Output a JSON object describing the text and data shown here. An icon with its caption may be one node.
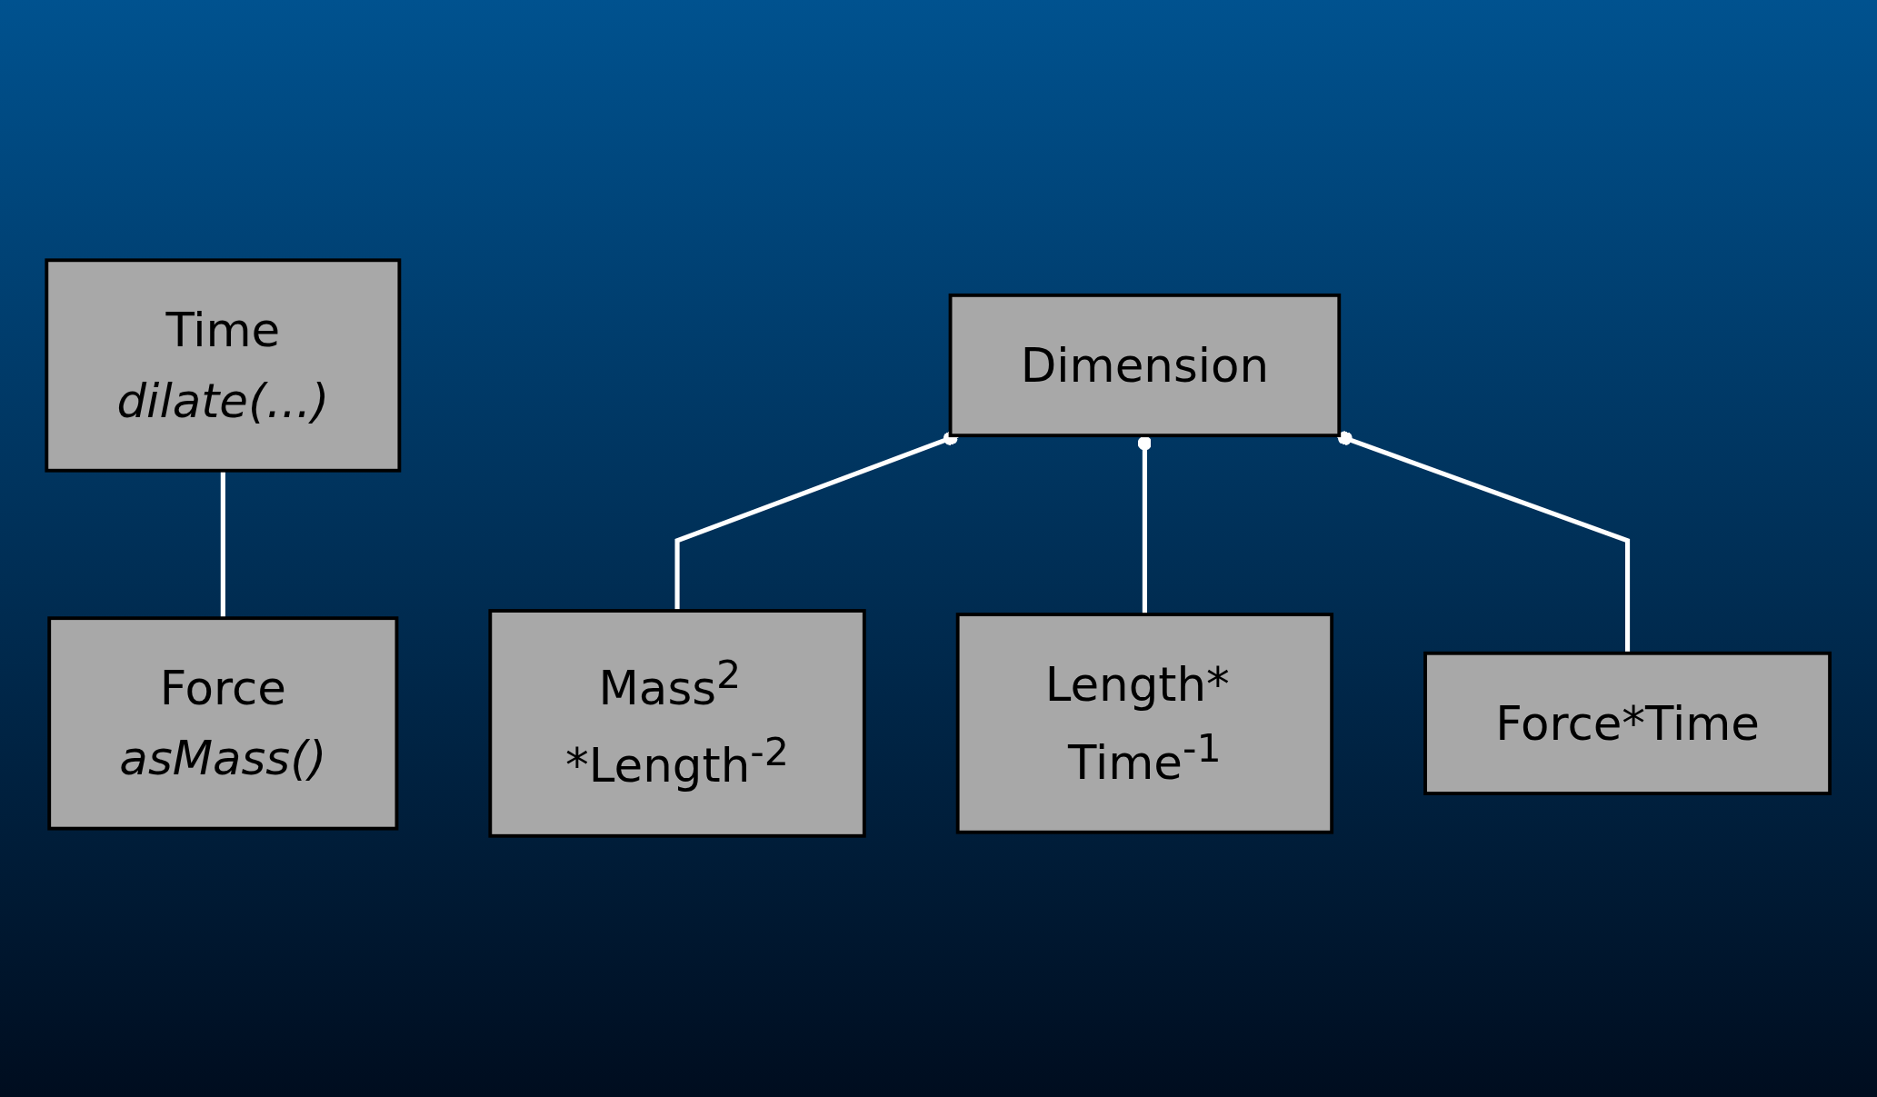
{
  "diagram": {
    "nodes": [
      {
        "text": [
          "Dimension"
        ]
      },
      {
        "text": [
          "Force",
          "asMass()"
        ]
      },
      {
        "text": [
          "Time",
          "dilate(...)"
        ]
      },
      {
        "text": [
          "Force*Time"
        ]
      },
      {
        "text": [
          "Mass$^{2}$ *Length$^{-2}$"
        ]
      },
      {
        "text": [
          "Length* Time$^{-1}$"
        ]
      }
    ],
    "edges": [
      {
        "from": 4,
        "to": 0,
        "arrow": "other"
      },
      {
        "from": 5,
        "to": 0,
        "arrow": "other"
      },
      {
        "from": 3,
        "to": 0,
        "arrow": "other"
      },
      {
        "from": 1,
        "to": 2,
        "arrow": "none"
      }
    ]
  }
}
